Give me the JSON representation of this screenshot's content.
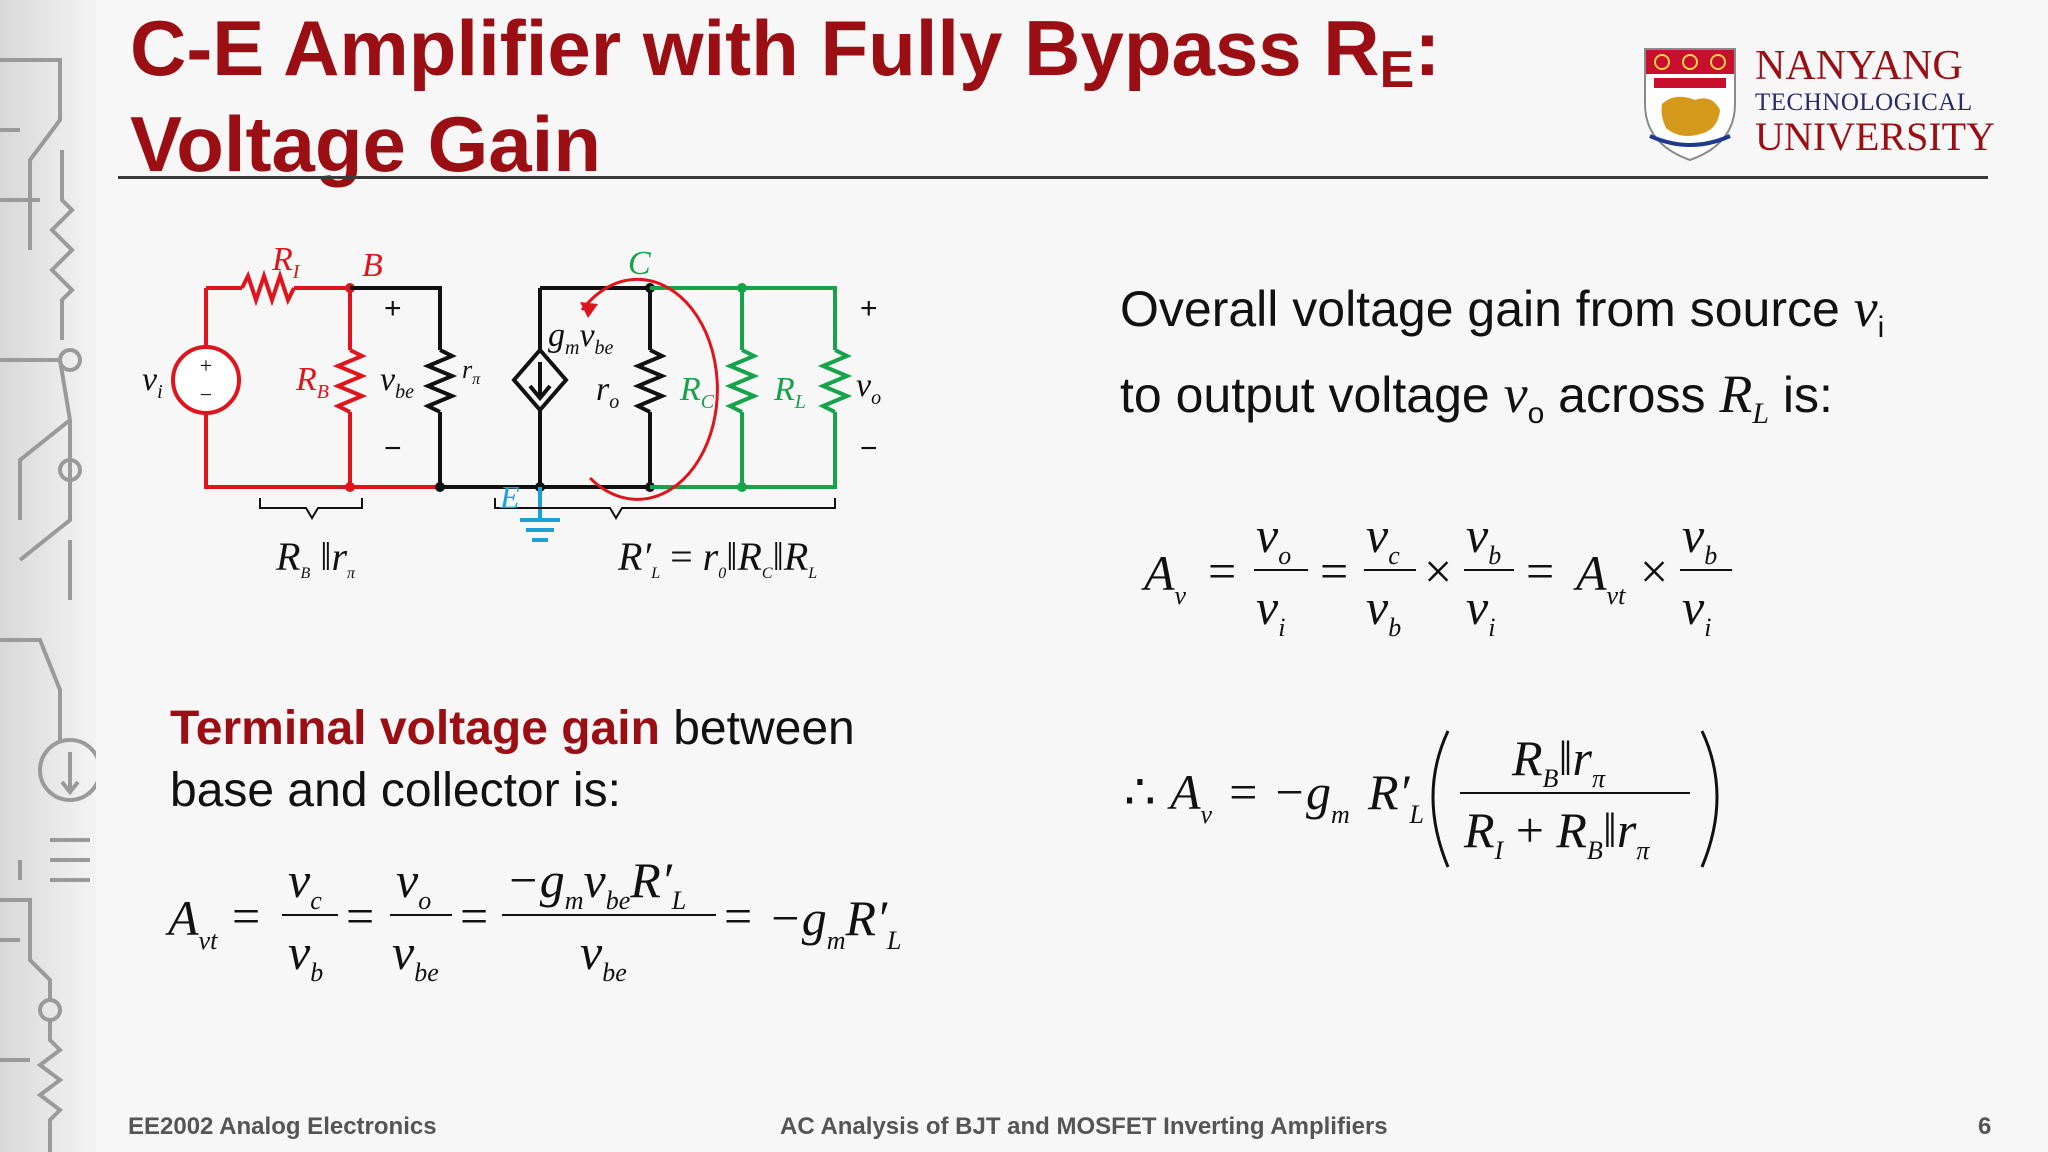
{
  "slide": {
    "title_line1": "C-E Amplifier with Fully Bypass R",
    "title_sub": "E",
    "title_line1_end": ":",
    "title_line2": "Voltage Gain"
  },
  "logo": {
    "line1": "NANYANG",
    "line2": "TECHNOLOGICAL",
    "line3": "UNIVERSITY"
  },
  "circuit": {
    "labels": {
      "RI": "R",
      "RI_sub": "I",
      "B": "B",
      "C": "C",
      "E": "E",
      "vi": "v",
      "vi_sub": "i",
      "RB": "R",
      "RB_sub": "B",
      "vbe": "v",
      "vbe_sub": "be",
      "rpi": "r",
      "rpi_sub": "π",
      "gm": "g",
      "gm_sub": "m",
      "gmv": "v",
      "gmv_sub": "be",
      "ro": "r",
      "ro_sub": "o",
      "RC": "R",
      "RC_sub": "C",
      "RL": "R",
      "RL_sub": "L",
      "vo": "v",
      "vo_sub": "o",
      "plus": "+",
      "minus": "−"
    },
    "brace_left": {
      "a": "R",
      "a_sub": "B",
      "b": "r",
      "b_sub": "π"
    },
    "brace_right": {
      "lhs": "R′",
      "lhs_sub": "L",
      "eq": "=",
      "a": "r",
      "a_sub": "0",
      "b": "R",
      "b_sub": "C",
      "c": "R",
      "c_sub": "L"
    }
  },
  "text_right": {
    "line1": "Overall voltage gain from source ",
    "line1_var": "v",
    "line1_var_sub": "i",
    "line2_a": "to output voltage ",
    "line2_var": "v",
    "line2_var_sub": "o",
    "line2_b": " across ",
    "line2_var2": "R",
    "line2_var2_sub": "L",
    "line2_c": " is:"
  },
  "text_left": {
    "highlight": "Terminal voltage gain",
    "rest1": " between",
    "line2": "base and collector is:"
  },
  "equations": {
    "eq1": {
      "lhs": "A",
      "lhs_sub": "v",
      "f1_num": "v",
      "f1_num_sub": "o",
      "f1_den": "v",
      "f1_den_sub": "i",
      "f2_num": "v",
      "f2_num_sub": "c",
      "f2_den": "v",
      "f2_den_sub": "b",
      "f3_num": "v",
      "f3_num_sub": "b",
      "f3_den": "v",
      "f3_den_sub": "i",
      "avt": "A",
      "avt_sub": "vt",
      "f4_num": "v",
      "f4_num_sub": "b",
      "f4_den": "v",
      "f4_den_sub": "i",
      "eq": "=",
      "times": "×"
    },
    "eq2": {
      "therefore": "∴",
      "lhs": "A",
      "lhs_sub": "v",
      "rhs": "= −g",
      "rhs_sub": "m",
      "rl": "R′",
      "rl_sub": "L",
      "num_a": "R",
      "num_a_sub": "B",
      "num_b": "r",
      "num_b_sub": "π",
      "den_a": "R",
      "den_a_sub": "I",
      "den_plus": "+",
      "den_b": "R",
      "den_b_sub": "B",
      "den_c": "r",
      "den_c_sub": "π"
    },
    "eq3": {
      "lhs": "A",
      "lhs_sub": "vt",
      "f1_num": "v",
      "f1_num_sub": "c",
      "f1_den": "v",
      "f1_den_sub": "b",
      "f2_num": "v",
      "f2_num_sub": "o",
      "f2_den": "v",
      "f2_den_sub": "be",
      "f3_num": "−g",
      "f3_num_sub": "m",
      "f3_num_b": "v",
      "f3_num_b_sub": "be",
      "f3_num_c": "R′",
      "f3_num_c_sub": "L",
      "f3_den": "v",
      "f3_den_sub": "be",
      "rhs": "−g",
      "rhs_sub": "m",
      "rhs_b": "R′",
      "rhs_b_sub": "L",
      "eq": "="
    }
  },
  "footer": {
    "left": "EE2002 Analog Electronics",
    "center": "AC Analysis of BJT and MOSFET Inverting Amplifiers",
    "page": "6"
  },
  "colors": {
    "title_red": "#9b0e14",
    "circuit_red": "#e0141c",
    "circuit_green": "#16a34a",
    "circuit_blue": "#1ba1d8",
    "black": "#111111"
  }
}
